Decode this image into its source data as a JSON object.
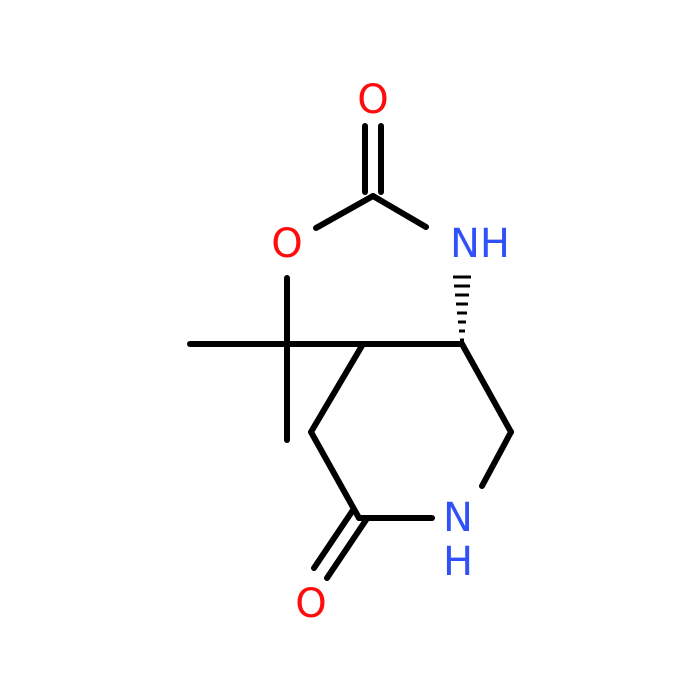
{
  "structure": {
    "atoms": {
      "carbonyl_oxygen_top": {
        "symbol": "O",
        "color": "#ff0d0d"
      },
      "ring_oxygen": {
        "symbol": "O",
        "color": "#ff0d0d"
      },
      "carbamate_nitrogen": {
        "symbol": "NH",
        "color": "#3050f8"
      },
      "lactam_nitrogen_symbol": {
        "symbol": "N",
        "color": "#3050f8"
      },
      "lactam_nitrogen_hydrogen": {
        "symbol": "H",
        "color": "#3050f8"
      },
      "carbonyl_oxygen_bottom": {
        "symbol": "O",
        "color": "#ff0d0d"
      }
    },
    "stereo": "hashed-wedge",
    "bond_color": "#000000"
  }
}
